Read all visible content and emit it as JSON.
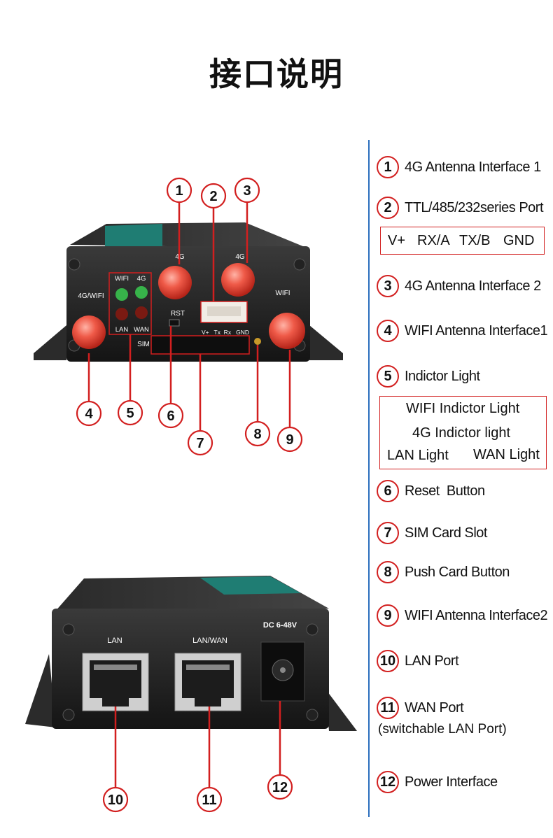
{
  "title": "接口说明",
  "legend": [
    {
      "n": "1",
      "label": "4G Antenna Interface 1"
    },
    {
      "n": "2",
      "label": "TTL/485/232series Port"
    },
    {
      "n": "3",
      "label": "4G Antenna Interface 2"
    },
    {
      "n": "4",
      "label": "WIFI Antenna Interface1"
    },
    {
      "n": "5",
      "label": "Indictor Light"
    },
    {
      "n": "6",
      "label": "Reset  Button"
    },
    {
      "n": "7",
      "label": "SIM Card Slot"
    },
    {
      "n": "8",
      "label": "Push Card Button"
    },
    {
      "n": "9",
      "label": "WIFI Antenna Interface2"
    },
    {
      "n": "10",
      "label": "LAN Port"
    },
    {
      "n": "11",
      "label": "WAN Port"
    },
    {
      "n": "12",
      "label": "Power Interface"
    }
  ],
  "wan_note": "(switchable LAN Port)",
  "serial_pins": [
    "V+",
    "RX/A",
    "TX/B",
    "GND"
  ],
  "indicator_box": {
    "wifi": "WIFI Indictor Light",
    "lte": "4G Indictor light",
    "lan": "LAN Light",
    "wan": "WAN Light"
  },
  "front_panel": {
    "wifi_left": "4G/WIFI",
    "wifi_right": "WIFI",
    "ant_4g_1": "4G",
    "ant_4g_2": "4G",
    "led_wifi": "WIFI",
    "led_4g": "4G",
    "led_lan": "LAN",
    "led_wan": "WAN",
    "rst": "RST",
    "sim": "SIM",
    "pins": "V+   Tx  Rx   GND"
  },
  "back_panel": {
    "lan": "LAN",
    "lanwan": "LAN/WAN",
    "dc": "DC 6-48V"
  },
  "colors": {
    "accent": "#d21f1f",
    "divider": "#2c6fbd",
    "body": "#1a1a1a",
    "antenna": "#e8483b"
  }
}
